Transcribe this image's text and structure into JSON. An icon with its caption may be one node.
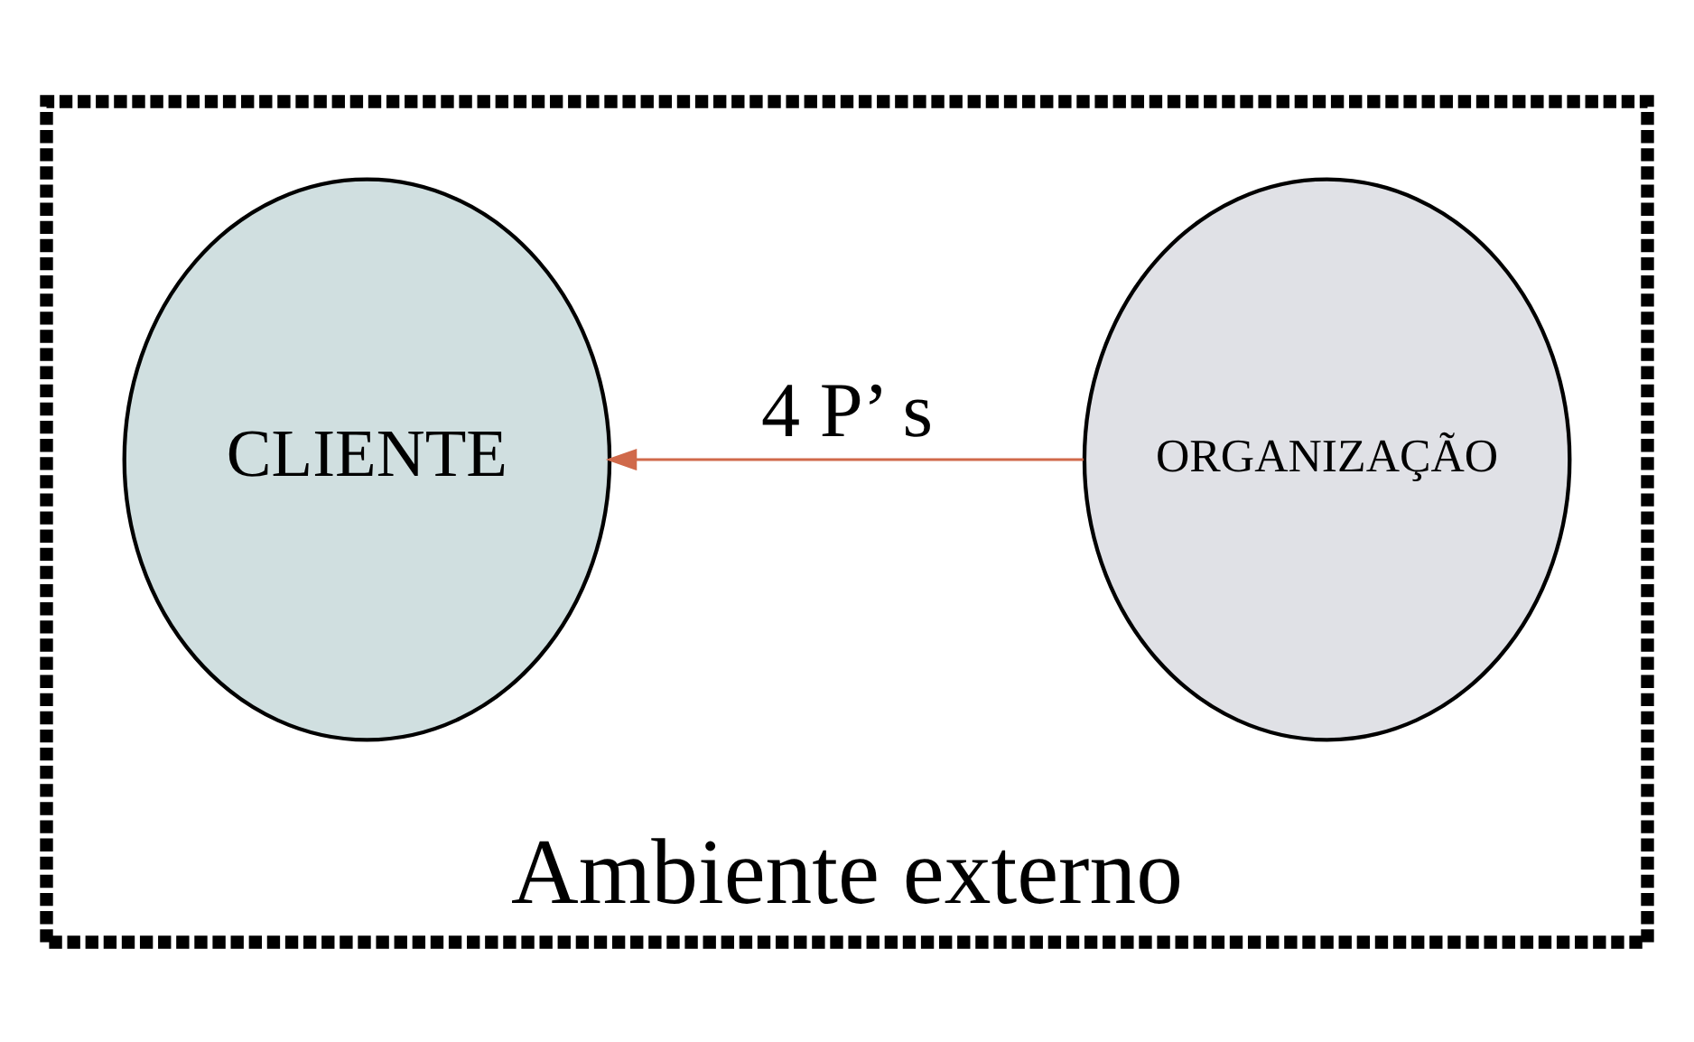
{
  "diagram": {
    "nodes": [
      {
        "text": [
          "Ambiente externo"
        ]
      },
      {
        "text": [
          "CLIENTE"
        ],
        "in": 0
      },
      {
        "text": [
          "ORGANIZAÇÃO"
        ],
        "in": 0
      }
    ],
    "edges": [
      {
        "from": 2,
        "to": 1,
        "arrow": "to",
        "label": "4 P’ s",
        "color": "#d0694a"
      }
    ]
  }
}
